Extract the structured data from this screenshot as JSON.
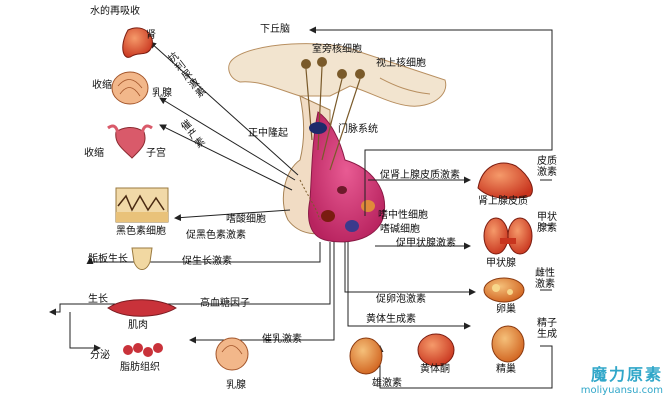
{
  "labels": {
    "kidney_water": "水的再吸收",
    "kidney": "肾",
    "contraction_1": "收缩",
    "mammary_1": "乳腺",
    "contraction_2": "收缩",
    "uterus": "子宫",
    "melanocyte": "黑色素细胞",
    "epiphysis": "骺板生长",
    "growth": "生长",
    "muscle": "肌肉",
    "secretion": "分泌",
    "adipose": "脂肪组织",
    "mammary_2": "乳腺",
    "hypothalamus": "下丘脑",
    "paraventricular": "室旁核细胞",
    "supraoptic": "视上核细胞",
    "median_eminence": "正中隆起",
    "portal_system": "门脉系统",
    "basophil_left": "嗜酸细胞",
    "chromophobe": "嗜中性细胞",
    "basophil_right": "嗜碱细胞",
    "adrenal": "肾上腺皮质",
    "cortical_hormone": "皮质激素",
    "thyroid": "甲状腺",
    "thyroid_hormone": "甲状腺素",
    "ovary": "卵巢",
    "estrogen": "雌性激素",
    "testis": "精巢",
    "spermatogenesis": "精子生成",
    "androgen": "雄激素",
    "progesterone": "黄体酮"
  },
  "hormones": {
    "adh": "抗利尿激素",
    "oxytocin": "催产素",
    "msh": "促黑色素激素",
    "gh": "促生长激素",
    "hgf": "高血糖因子",
    "prolactin": "催乳激素",
    "acth": "促肾上腺皮质激素",
    "tsh": "促甲状腺激素",
    "fsh": "促卵泡激素",
    "lh": "黄体生成素"
  },
  "watermark": {
    "cn": "魔力原素",
    "en": "moliyuansu.com",
    "color": "#31a7c9"
  },
  "colors": {
    "pituitary_posterior": "#f1dcc4",
    "pituitary_anterior": "#d63a7a",
    "hypothalamus_fill": "#f2e4cf",
    "arrow": "#222222",
    "organ_red": "#d9462c",
    "organ_orange": "#e2813a"
  }
}
